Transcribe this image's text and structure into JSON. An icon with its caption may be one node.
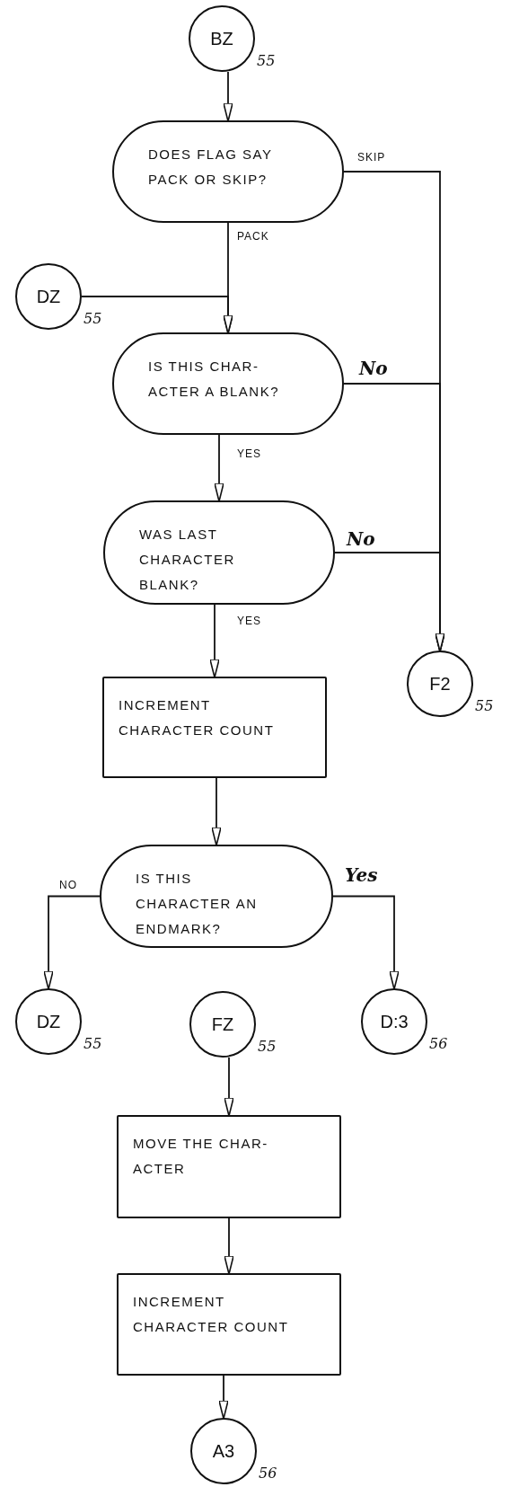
{
  "diagram": {
    "nodes": [
      {
        "text": [
          "BZ"
        ],
        "beside": [
          "55"
        ]
      },
      {
        "text": [
          "DOES FLAG SAY PACK OR SKIP?"
        ]
      },
      {
        "text": [
          "DZ"
        ],
        "beside": [
          "55"
        ]
      },
      {
        "text": [
          "IS THIS CHAR- ACTER A BLANK?"
        ]
      },
      {
        "text": [
          "WAS LAST CHARACTER BLANK?"
        ]
      },
      {
        "text": [
          "F2"
        ],
        "beside": [
          "55"
        ]
      },
      {
        "text": [
          "INCREMENT CHARACTER COUNT"
        ]
      },
      {
        "text": [
          "IS THIS CHARACTER AN ENDMARK?"
        ]
      },
      {
        "text": [
          "DZ"
        ],
        "beside": [
          "55"
        ]
      },
      {
        "text": [
          "FZ"
        ],
        "beside": [
          "55"
        ]
      },
      {
        "text": [
          "D:3"
        ],
        "beside": [
          "56"
        ]
      },
      {
        "text": [
          "MOVE THE CHAR- ACTER"
        ]
      },
      {
        "text": [
          "INCREMENT CHARACTER COUNT"
        ]
      },
      {
        "text": [
          "A3"
        ],
        "beside": [
          "56"
        ]
      }
    ],
    "edges": [
      {
        "from": 0,
        "to": 1,
        "arrow": "to"
      },
      {
        "from": 1,
        "to": 3,
        "arrow": "to",
        "label": "PACK"
      },
      {
        "from": 2,
        "to": 3,
        "arrow": "to"
      },
      {
        "from": 1,
        "to": 5,
        "arrow": "to",
        "label": "SKIP"
      },
      {
        "from": 3,
        "to": 5,
        "arrow": "to",
        "label": "No"
      },
      {
        "from": 4,
        "to": 5,
        "arrow": "to",
        "label": "No"
      },
      {
        "from": 3,
        "to": 4,
        "arrow": "to",
        "label": "YES"
      },
      {
        "from": 4,
        "to": 6,
        "arrow": "to",
        "label": "YES"
      },
      {
        "from": 6,
        "to": 7,
        "arrow": "to"
      },
      {
        "from": 7,
        "to": 8,
        "arrow": "to",
        "label": "NO"
      },
      {
        "from": 7,
        "to": 10,
        "arrow": "to",
        "label": "Yes"
      },
      {
        "from": 9,
        "to": 11,
        "arrow": "to"
      },
      {
        "from": 11,
        "to": 12,
        "arrow": "to"
      },
      {
        "from": 12,
        "to": 13,
        "arrow": "to"
      }
    ]
  }
}
